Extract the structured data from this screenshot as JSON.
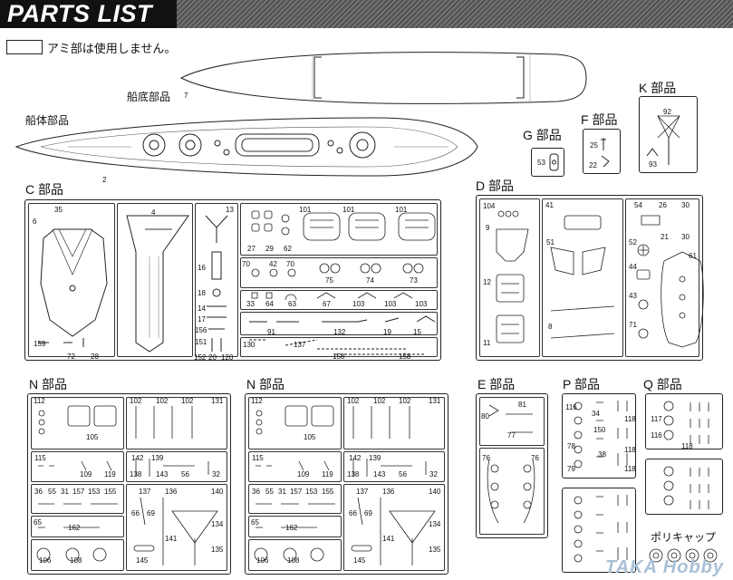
{
  "header": {
    "title": "PARTS LIST"
  },
  "legend": {
    "text": "アミ部は使用しません。"
  },
  "hull_labels": {
    "bottom": "船底部品",
    "body": "船体部品",
    "bottom_num": "7",
    "body_num": "2"
  },
  "groups": {
    "K": {
      "label": "K 部品",
      "nums": [
        "92",
        "93"
      ]
    },
    "F": {
      "label": "F 部品",
      "nums": [
        "25",
        "22"
      ]
    },
    "G": {
      "label": "G 部品",
      "nums": [
        "53"
      ]
    },
    "C": {
      "label": "C 部品"
    },
    "D": {
      "label": "D 部品"
    },
    "N1": {
      "label": "N 部品"
    },
    "N2": {
      "label": "N 部品"
    },
    "E": {
      "label": "E 部品"
    },
    "P": {
      "label": "P 部品"
    },
    "Q": {
      "label": "Q 部品"
    },
    "poly": {
      "label": "ポリキャップ"
    }
  },
  "c_nums": {
    "a": [
      "35",
      "6",
      "159",
      "72",
      "28"
    ],
    "b": [
      "4"
    ],
    "c": [
      "13",
      "16",
      "18",
      "14",
      "17",
      "156",
      "151",
      "152",
      "20",
      "120"
    ],
    "d": [
      "101",
      "101",
      "101",
      "27",
      "29",
      "62",
      "70",
      "42",
      "70",
      "75",
      "74",
      "73",
      "33",
      "64",
      "63",
      "67",
      "103",
      "103",
      "103",
      "91",
      "132",
      "19",
      "15",
      "130",
      "137",
      "158",
      "158"
    ]
  },
  "d_nums": {
    "a": [
      "104",
      "9",
      "12",
      "11"
    ],
    "b": [
      "41",
      "51",
      "8"
    ],
    "c": [
      "54",
      "26",
      "30",
      "21",
      "30",
      "52",
      "44",
      "43",
      "71",
      "61"
    ]
  },
  "n_nums": [
    "112",
    "105",
    "102",
    "102",
    "102",
    "131",
    "115",
    "109",
    "119",
    "142",
    "138",
    "139",
    "143",
    "56",
    "32",
    "36",
    "55",
    "31",
    "157",
    "153",
    "155",
    "137",
    "136",
    "140",
    "66",
    "69",
    "141",
    "65",
    "162",
    "134",
    "106",
    "108",
    "145",
    "135"
  ],
  "e_nums": [
    "81",
    "80",
    "77",
    "76",
    "76"
  ],
  "p_nums": [
    "116",
    "34",
    "118",
    "150",
    "78",
    "38",
    "118",
    "79",
    "118"
  ],
  "q_nums": [
    "117",
    "116",
    "118"
  ],
  "watermark": "TAKA Hobby"
}
